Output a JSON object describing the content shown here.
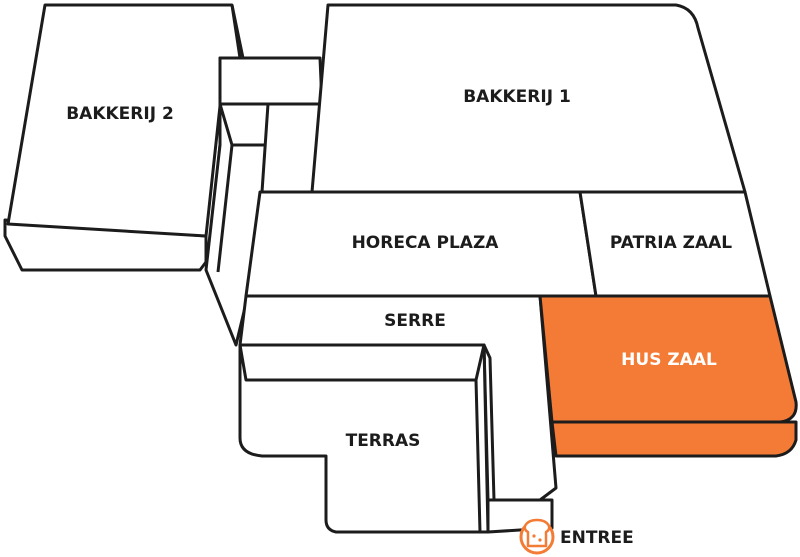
{
  "rooms": {
    "bakkerij_2": "BAKKERIJ  2",
    "bakkerij_1": "BAKKERIJ  1",
    "horeca_plaza": "HORECA PLAZA",
    "patria_zaal": "PATRIA ZAAL",
    "serre": "SERRE",
    "hus_zaal": "HUS ZAAL",
    "terras": "TERRAS"
  },
  "entrance": {
    "label": "ENTREE",
    "icon": "bread-icon"
  },
  "colors": {
    "highlight": "#f47b35",
    "outline": "#1c1c1c"
  },
  "highlighted_room": "hus_zaal"
}
